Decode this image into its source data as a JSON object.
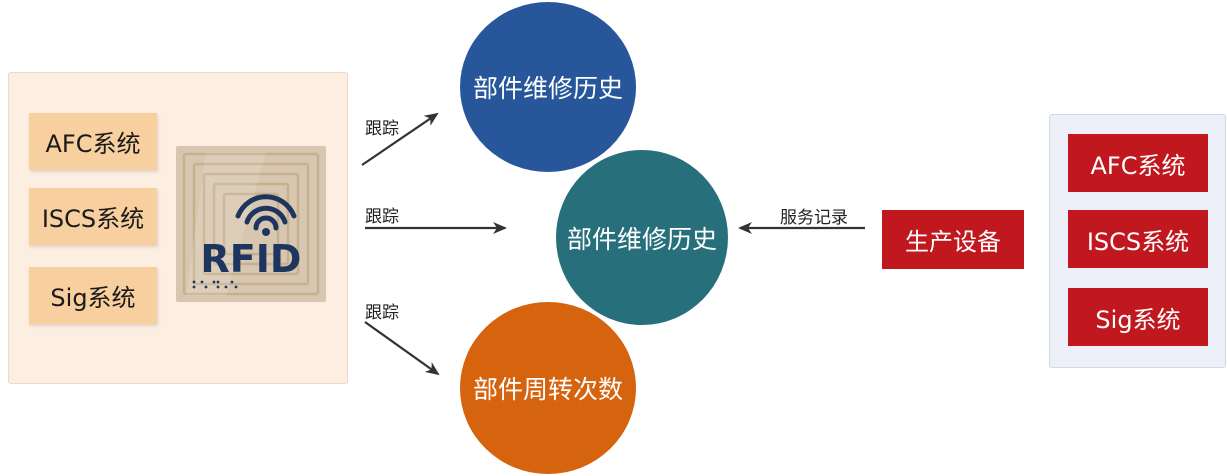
{
  "left_panel": {
    "systems": [
      "AFC系统",
      "ISCS系统",
      "Sig系统"
    ],
    "rfid_tag": {
      "text": "RFID",
      "icon": "wifi-signal-icon"
    }
  },
  "circles": {
    "top": "部件维修历史",
    "middle": "部件维修历史",
    "bottom": "部件周转次数"
  },
  "arrow_labels": {
    "top": "跟踪",
    "middle": "跟踪",
    "bottom": "跟踪",
    "right": "服务记录"
  },
  "production_equipment": "生产设备",
  "right_panel": {
    "systems": [
      "AFC系统",
      "ISCS系统",
      "Sig系统"
    ]
  },
  "colors": {
    "blue_circle": "#27579a",
    "teal_circle": "#276f7a",
    "orange_circle": "#d6630e",
    "red_box": "#c0181e",
    "peach_box": "#f8cf9f",
    "rfid_text": "#1e3560"
  }
}
